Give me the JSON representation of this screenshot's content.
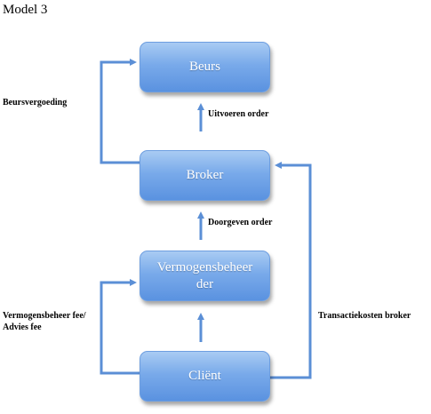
{
  "title": "Model 3",
  "nodes": {
    "beurs": "Beurs",
    "broker": "Broker",
    "vermogensbeheerder": "Vermogensbeheer der",
    "client": "Cliënt"
  },
  "labels": {
    "uitvoeren_order": "Uitvoeren order",
    "doorgeven_order": "Doorgeven order",
    "beursvergoeding": "Beursvergoeding",
    "vermogensbeheer_fee_line1": "Vermogensbeheer fee/",
    "vermogensbeheer_fee_line2": "Advies fee",
    "transactiekosten_broker": "Transactiekosten broker"
  },
  "colors": {
    "box_fill": "#79aaea",
    "arrow": "#5b8fd6"
  }
}
